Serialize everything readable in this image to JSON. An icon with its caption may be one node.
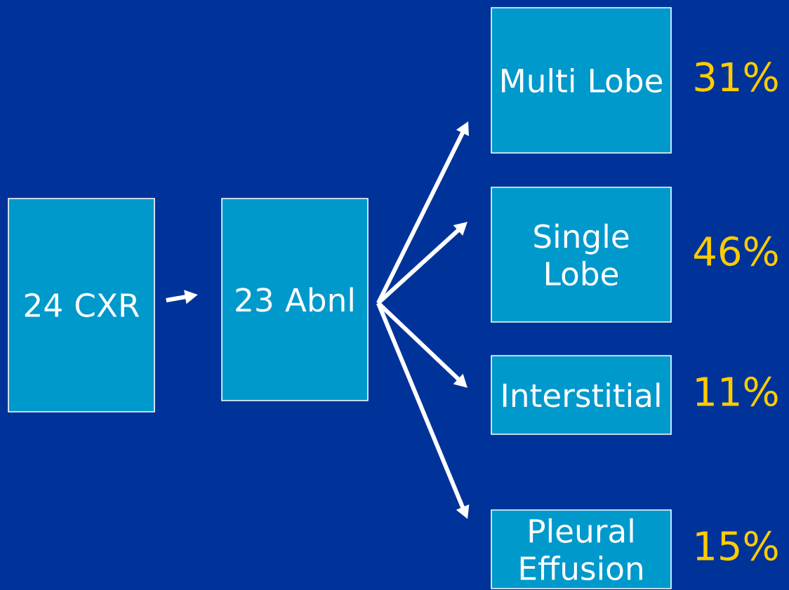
{
  "diagram": {
    "nodes": [
      {
        "text": [
          "24 CXR"
        ]
      },
      {
        "text": [
          "23 Abnl"
        ]
      },
      {
        "text": [
          "Multi Lobe"
        ],
        "beside": [
          "31%"
        ]
      },
      {
        "text": [
          "Single Lobe"
        ],
        "beside": [
          "46%"
        ]
      },
      {
        "text": [
          "Interstitial"
        ],
        "beside": [
          "11%"
        ]
      },
      {
        "text": [
          "Pleural Effusion"
        ],
        "beside": [
          "15%"
        ]
      }
    ],
    "edges": [
      {
        "from": 0,
        "to": 1,
        "arrow": "to"
      },
      {
        "from": 1,
        "to": 2,
        "arrow": "to"
      },
      {
        "from": 1,
        "to": 3,
        "arrow": "to"
      },
      {
        "from": 1,
        "to": 4,
        "arrow": "to"
      },
      {
        "from": 1,
        "to": 5,
        "arrow": "to"
      }
    ]
  }
}
